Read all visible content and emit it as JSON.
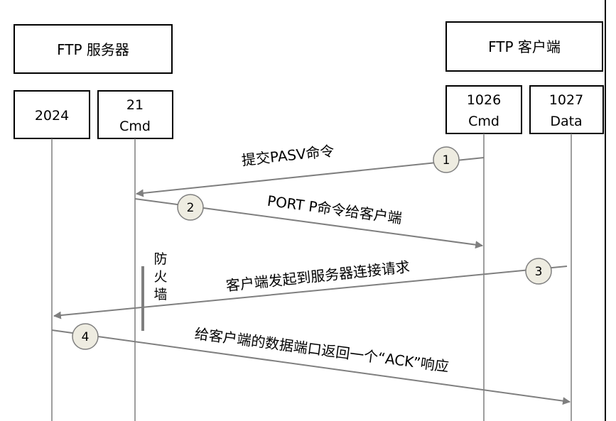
{
  "server": {
    "title": "FTP 服务器"
  },
  "client": {
    "title": "FTP 客户端"
  },
  "ports": {
    "p2024": {
      "line1": "2024"
    },
    "p21": {
      "line1": "21",
      "line2": "Cmd"
    },
    "p1026": {
      "line1": "1026",
      "line2": "Cmd"
    },
    "p1027": {
      "line1": "1027",
      "line2": "Data"
    }
  },
  "steps": [
    {
      "number": "1",
      "label": "提交PASV命令"
    },
    {
      "number": "2",
      "label": "PORT P命令给客户端"
    },
    {
      "number": "3",
      "label": "客户端发起到服务器连接请求"
    },
    {
      "number": "4",
      "label": "给客户端的数据端口返回一个“ACK”响应"
    }
  ],
  "firewall": {
    "chars": [
      "防",
      "火",
      "墙"
    ]
  },
  "colors": {
    "line": "#7f7f7f",
    "circle_fill": "#eeece1",
    "box_stroke": "#000000"
  }
}
